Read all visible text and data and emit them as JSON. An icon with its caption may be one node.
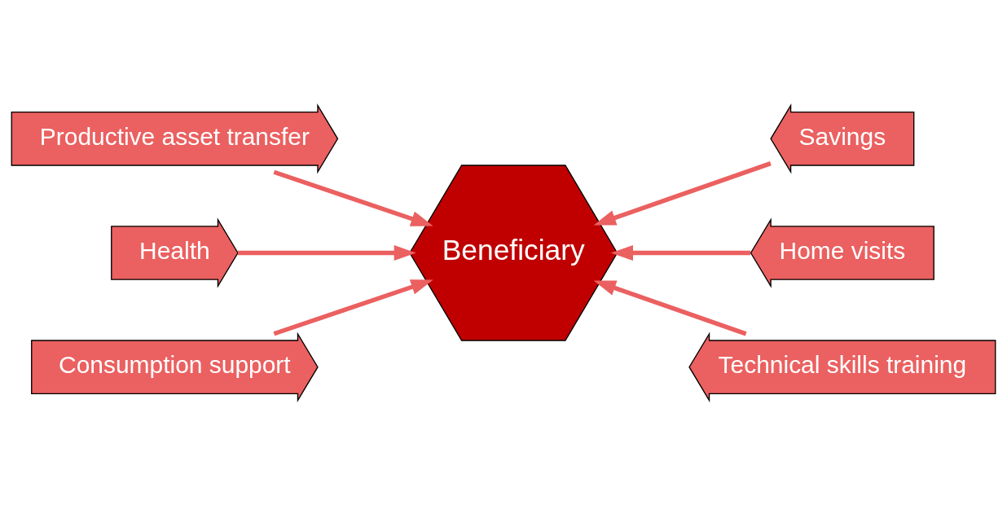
{
  "diagram": {
    "nodes": [
      {
        "text": [
          "Productive asset transfer"
        ]
      },
      {
        "text": [
          "Savings"
        ]
      },
      {
        "text": [
          "Health"
        ]
      },
      {
        "text": [
          "Beneficiary"
        ]
      },
      {
        "text": [
          "Home visits"
        ]
      },
      {
        "text": [
          "Consumption support"
        ]
      },
      {
        "text": [
          "Technical skills training"
        ]
      }
    ],
    "edges": [
      {
        "from": 0,
        "to": 3,
        "arrow": "to"
      },
      {
        "from": 1,
        "to": 3,
        "arrow": "to"
      },
      {
        "from": 2,
        "to": 3,
        "arrow": "to"
      },
      {
        "from": 4,
        "to": 3,
        "arrow": "to"
      },
      {
        "from": 5,
        "to": 3,
        "arrow": "to"
      },
      {
        "from": 6,
        "to": 3,
        "arrow": "to"
      }
    ]
  }
}
